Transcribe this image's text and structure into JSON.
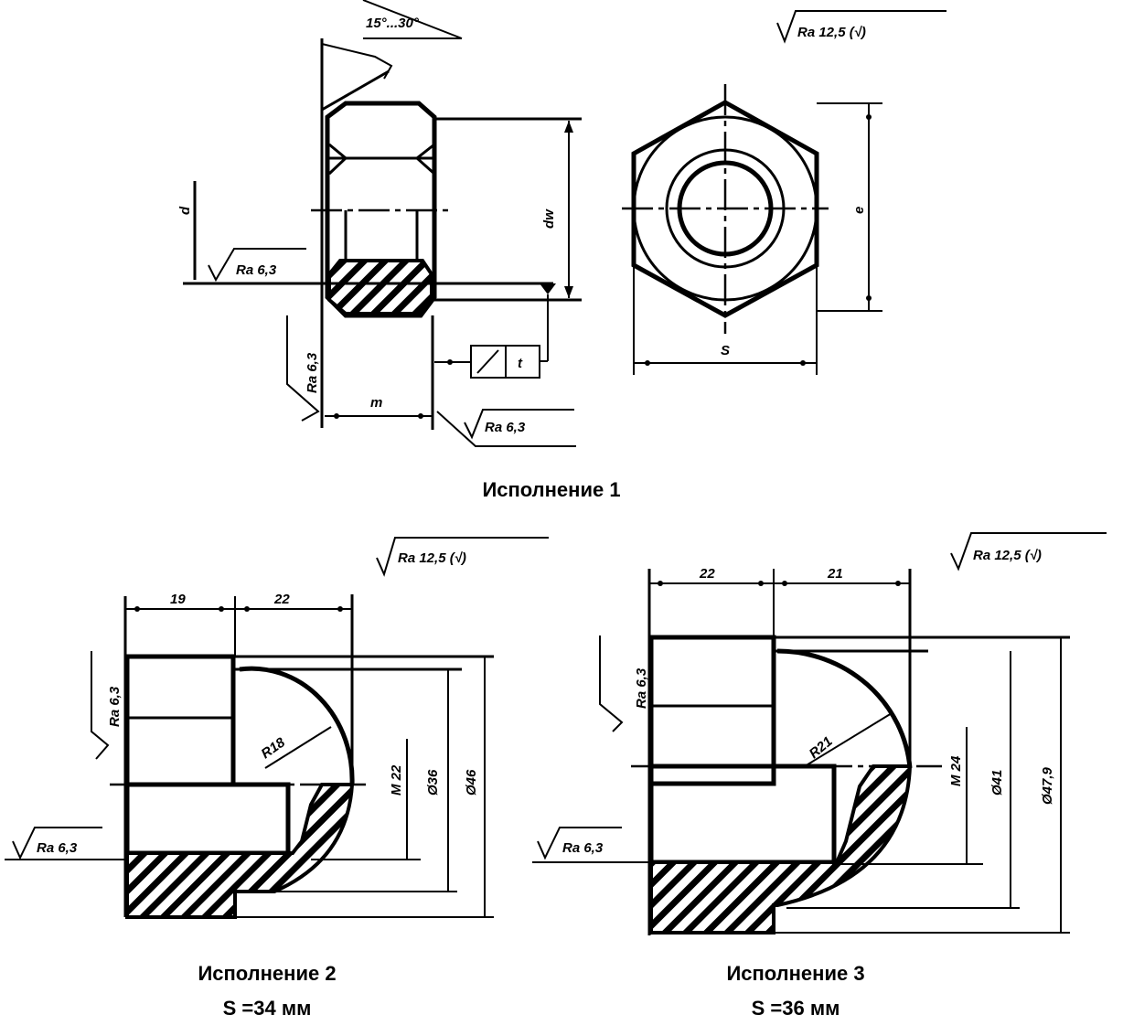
{
  "variant1": {
    "caption": "Исполнение 1",
    "angle_label": "15°...30°",
    "roughness_general": "Ra 12,5 (√)",
    "roughness_bearing": "Ra 6,3",
    "roughness_side": "Ra 6,3",
    "roughness_face": "Ra 6,3",
    "dim_d": "d",
    "dim_dw": "dw",
    "dim_m": "m",
    "dim_e": "e",
    "dim_s": "S",
    "tolerance_symbol": "⁄",
    "tolerance_value": "t"
  },
  "variant2": {
    "caption": "Исполнение 2",
    "s_value": "S =34 мм",
    "roughness_general": "Ra 12,5 (√)",
    "roughness_bearing": "Ra 6,3",
    "roughness_side": "Ra 6,3",
    "dim_left": "19",
    "dim_right": "22",
    "radius": "R18",
    "thread": "M 22",
    "dia_inner": "Ø36",
    "dia_outer": "Ø46"
  },
  "variant3": {
    "caption": "Исполнение 3",
    "s_value": "S =36 мм",
    "roughness_general": "Ra 12,5 (√)",
    "roughness_bearing": "Ra 6,3",
    "roughness_side": "Ra 6,3",
    "dim_left": "22",
    "dim_right": "21",
    "radius": "R21",
    "thread": "M 24",
    "dia_inner": "Ø41",
    "dia_outer": "Ø47,9"
  }
}
